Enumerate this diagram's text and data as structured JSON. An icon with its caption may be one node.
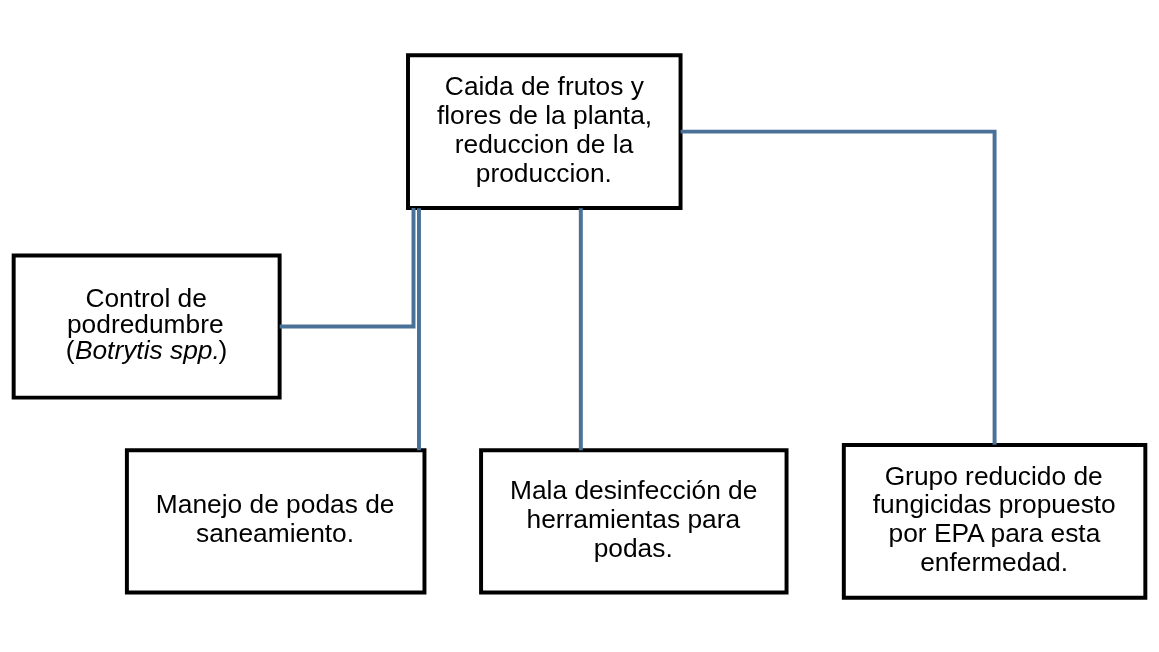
{
  "diagram": {
    "nodes": [
      {
        "text": [
          "Caida de frutos y flores de la planta, reduccion de la produccion."
        ]
      },
      {
        "text": [
          "Control de podredumbre (*Botrytis spp.*)"
        ]
      },
      {
        "text": [
          "Manejo de podas de saneamiento."
        ]
      },
      {
        "text": [
          "Mala desinfección de herramientas para podas."
        ]
      },
      {
        "text": [
          "Grupo reducido de fungicidas propuesto por EPA para esta enfermedad."
        ]
      }
    ],
    "edges": [
      {
        "from": 0,
        "to": 1,
        "arrow": "none"
      },
      {
        "from": 0,
        "to": 2,
        "arrow": "none"
      },
      {
        "from": 0,
        "to": 3,
        "arrow": "none"
      },
      {
        "from": 0,
        "to": 4,
        "arrow": "none"
      }
    ]
  }
}
